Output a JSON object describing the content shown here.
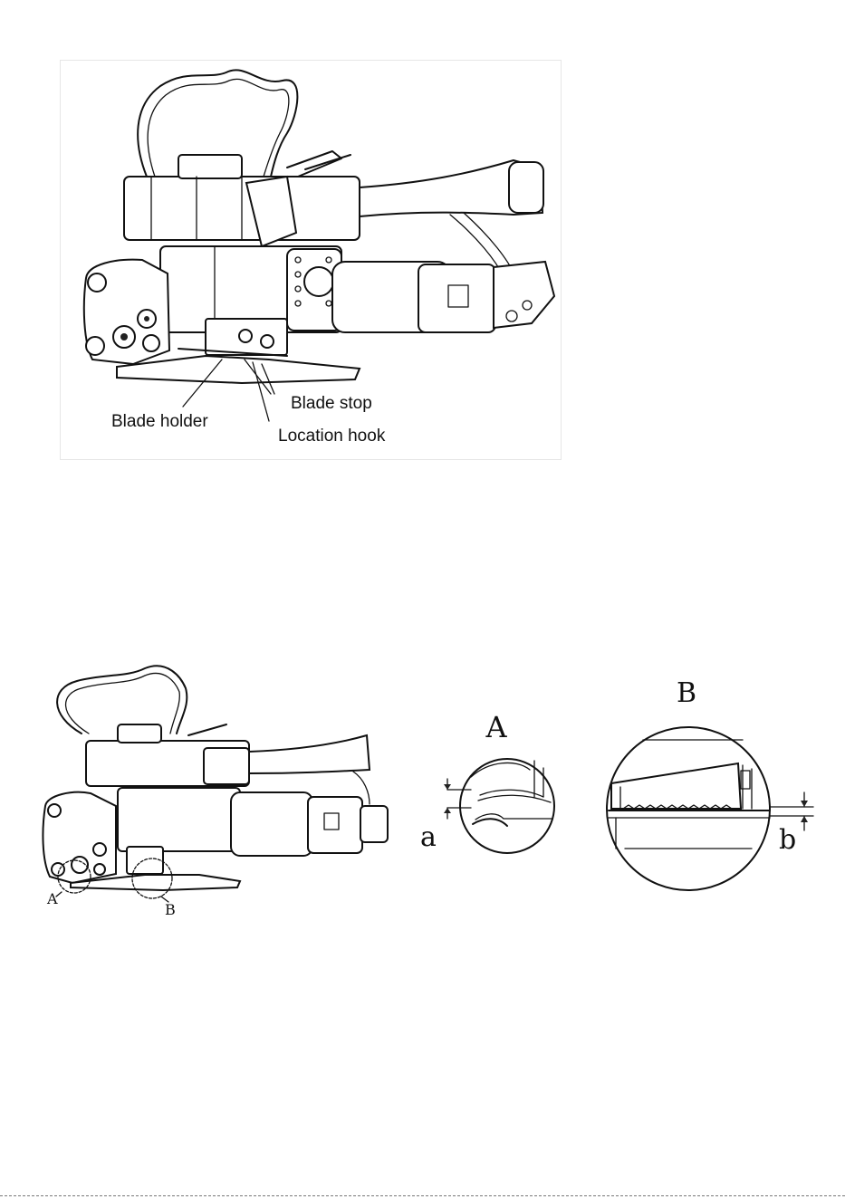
{
  "figure1": {
    "callouts": {
      "blade_holder": "Blade holder",
      "blade_stop": "Blade stop",
      "location_hook": "Location hook"
    }
  },
  "figure2": {
    "marker_a": "A",
    "marker_b": "B"
  },
  "detail_a": {
    "title": "A",
    "dimension": "a"
  },
  "detail_b": {
    "title": "B",
    "dimension": "b"
  }
}
